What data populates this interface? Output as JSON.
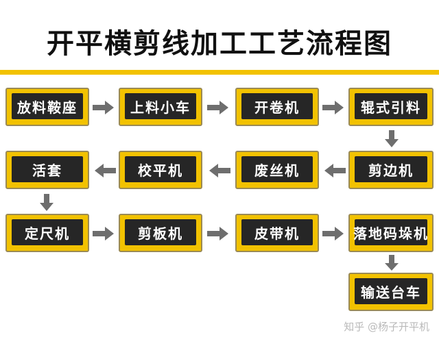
{
  "title": "开平横剪线加工工艺流程图",
  "colors": {
    "accent": "#f2c200",
    "box_fill": "#262626",
    "box_text": "#ffffff",
    "arrow": "#6e6e6e"
  },
  "steps": [
    "放料鞍座",
    "上料小车",
    "开卷机",
    "辊式引料",
    "剪边机",
    "废丝机",
    "校平机",
    "活套",
    "定尺机",
    "剪板机",
    "皮带机",
    "落地码垛机",
    "输送台车"
  ],
  "watermark": "知乎 @杨子开平机"
}
